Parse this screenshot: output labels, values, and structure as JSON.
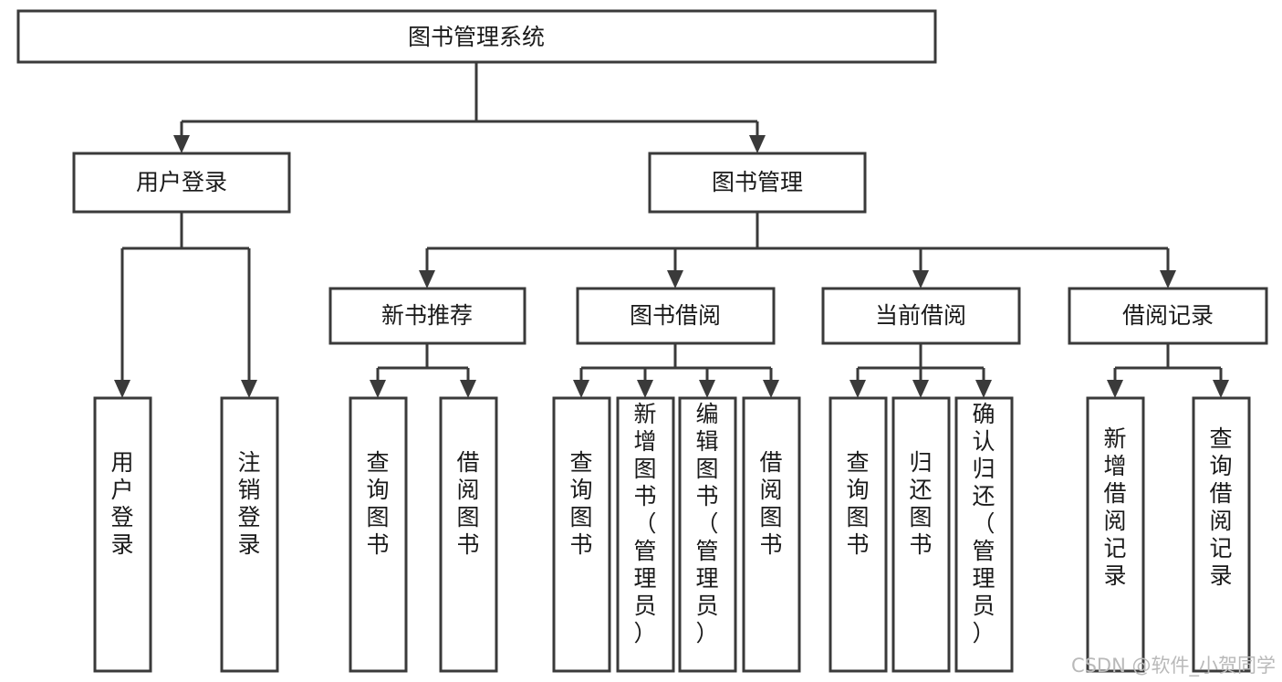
{
  "diagram": {
    "type": "tree",
    "title": "图书管理系统",
    "root": {
      "id": "root",
      "label": "图书管理系统"
    },
    "level2": [
      {
        "id": "user-login",
        "label": "用户登录"
      },
      {
        "id": "book-manage",
        "label": "图书管理"
      }
    ],
    "level3": [
      {
        "id": "new-book-recommend",
        "label": "新书推荐",
        "parent": "book-manage"
      },
      {
        "id": "book-borrow",
        "label": "图书借阅",
        "parent": "book-manage"
      },
      {
        "id": "current-borrow",
        "label": "当前借阅",
        "parent": "book-manage"
      },
      {
        "id": "borrow-record",
        "label": "借阅记录",
        "parent": "book-manage"
      }
    ],
    "leaves": [
      {
        "id": "leaf-user-login",
        "label": "用户登录",
        "parent": "user-login"
      },
      {
        "id": "leaf-logout-login",
        "label": "注销登录",
        "parent": "user-login"
      },
      {
        "id": "leaf-query-book-1",
        "label": "查询图书",
        "parent": "new-book-recommend"
      },
      {
        "id": "leaf-borrow-book-1",
        "label": "借阅图书",
        "parent": "new-book-recommend"
      },
      {
        "id": "leaf-query-book-2",
        "label": "查询图书",
        "parent": "book-borrow"
      },
      {
        "id": "leaf-add-book-admin",
        "label": "新增图书（管理员）",
        "parent": "book-borrow"
      },
      {
        "id": "leaf-edit-book-admin",
        "label": "编辑图书（管理员）",
        "parent": "book-borrow"
      },
      {
        "id": "leaf-borrow-book-2",
        "label": "借阅图书",
        "parent": "book-borrow"
      },
      {
        "id": "leaf-query-book-3",
        "label": "查询图书",
        "parent": "current-borrow"
      },
      {
        "id": "leaf-return-book",
        "label": "归还图书",
        "parent": "current-borrow"
      },
      {
        "id": "leaf-confirm-return-admin",
        "label": "确认归还（管理员）",
        "parent": "current-borrow"
      },
      {
        "id": "leaf-add-borrow-record",
        "label": "新增借阅记录",
        "parent": "borrow-record"
      },
      {
        "id": "leaf-query-borrow-record",
        "label": "查询借阅记录",
        "parent": "borrow-record"
      }
    ]
  },
  "watermark": {
    "text": "CSDN @软件_小贺同学"
  },
  "colors": {
    "stroke": "#3a3a3a",
    "fill": "#ffffff",
    "text": "#1a1a1a",
    "watermark": "#b9b9b9",
    "background": "#ffffff"
  }
}
